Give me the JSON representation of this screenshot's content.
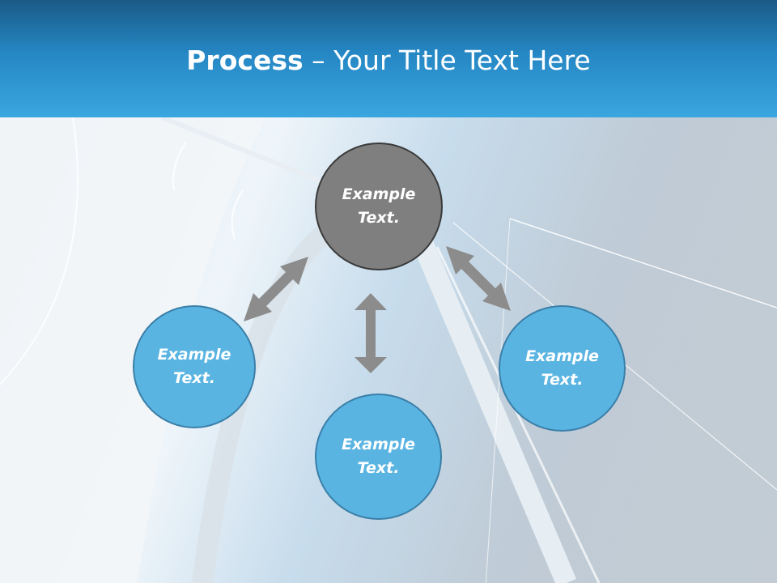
{
  "title": {
    "bold": "Process",
    "rest": " – Your Title Text Here"
  },
  "nodes": {
    "top": "Example Text.",
    "left": "Example Text.",
    "bottom": "Example Text.",
    "right": "Example Text."
  },
  "colors": {
    "header": "#2587c4",
    "node_blue": "#5ab4e2",
    "node_gray": "#7f7f7f",
    "arrow": "#8c8c8c"
  }
}
